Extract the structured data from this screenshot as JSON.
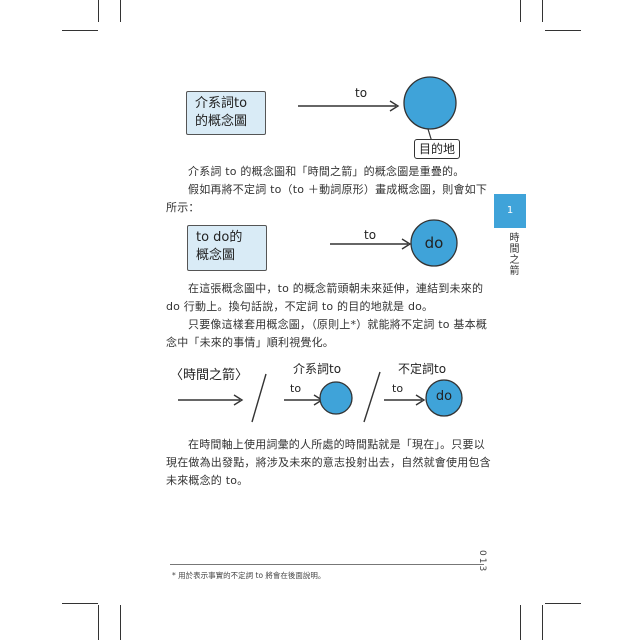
{
  "diagram1": {
    "box_label_line1": "介系詞to",
    "box_label_line2": "的概念圖",
    "arrow_label": "to",
    "callout": "目的地"
  },
  "paragraph1": "介系詞 to 的概念圖和「時間之箭」的概念圖是重疊的。",
  "paragraph2": "假如再將不定詞 to（to ＋動詞原形）畫成概念圖，則會如下所示：",
  "diagram2": {
    "box_label_line1": "to do的",
    "box_label_line2": "概念圖",
    "arrow_label": "to",
    "circle_label": "do"
  },
  "paragraph3": "在這張概念圖中，to 的概念箭頭朝未來延伸，連結到未來的 do 行動上。換句話說，不定詞 to 的目的地就是 do。",
  "paragraph4": "只要像這樣套用概念圖，（原則上*）就能將不定詞 to 基本概念中「未來的事情」順利視覺化。",
  "diagram3": {
    "time_arrow_label": "〈時間之箭〉",
    "preposition_label": "介系詞to",
    "preposition_arrow": "to",
    "infinitive_label": "不定詞to",
    "infinitive_arrow": "to",
    "infinitive_circle": "do"
  },
  "paragraph5": "在時間軸上使用詞彙的人所處的時間點就是「現在」。只要以現在做為出發點，將涉及未來的意志投射出去，自然就會使用包含未來概念的 to。",
  "side_tab_number": "1",
  "side_tab_title": "時間之箭",
  "page_number": "013",
  "footnote": "* 用於表示事實的不定詞 to 將會在後面說明。",
  "colors": {
    "accent_blue": "#3fa3d9",
    "label_box_bg": "#d9ebf6"
  }
}
